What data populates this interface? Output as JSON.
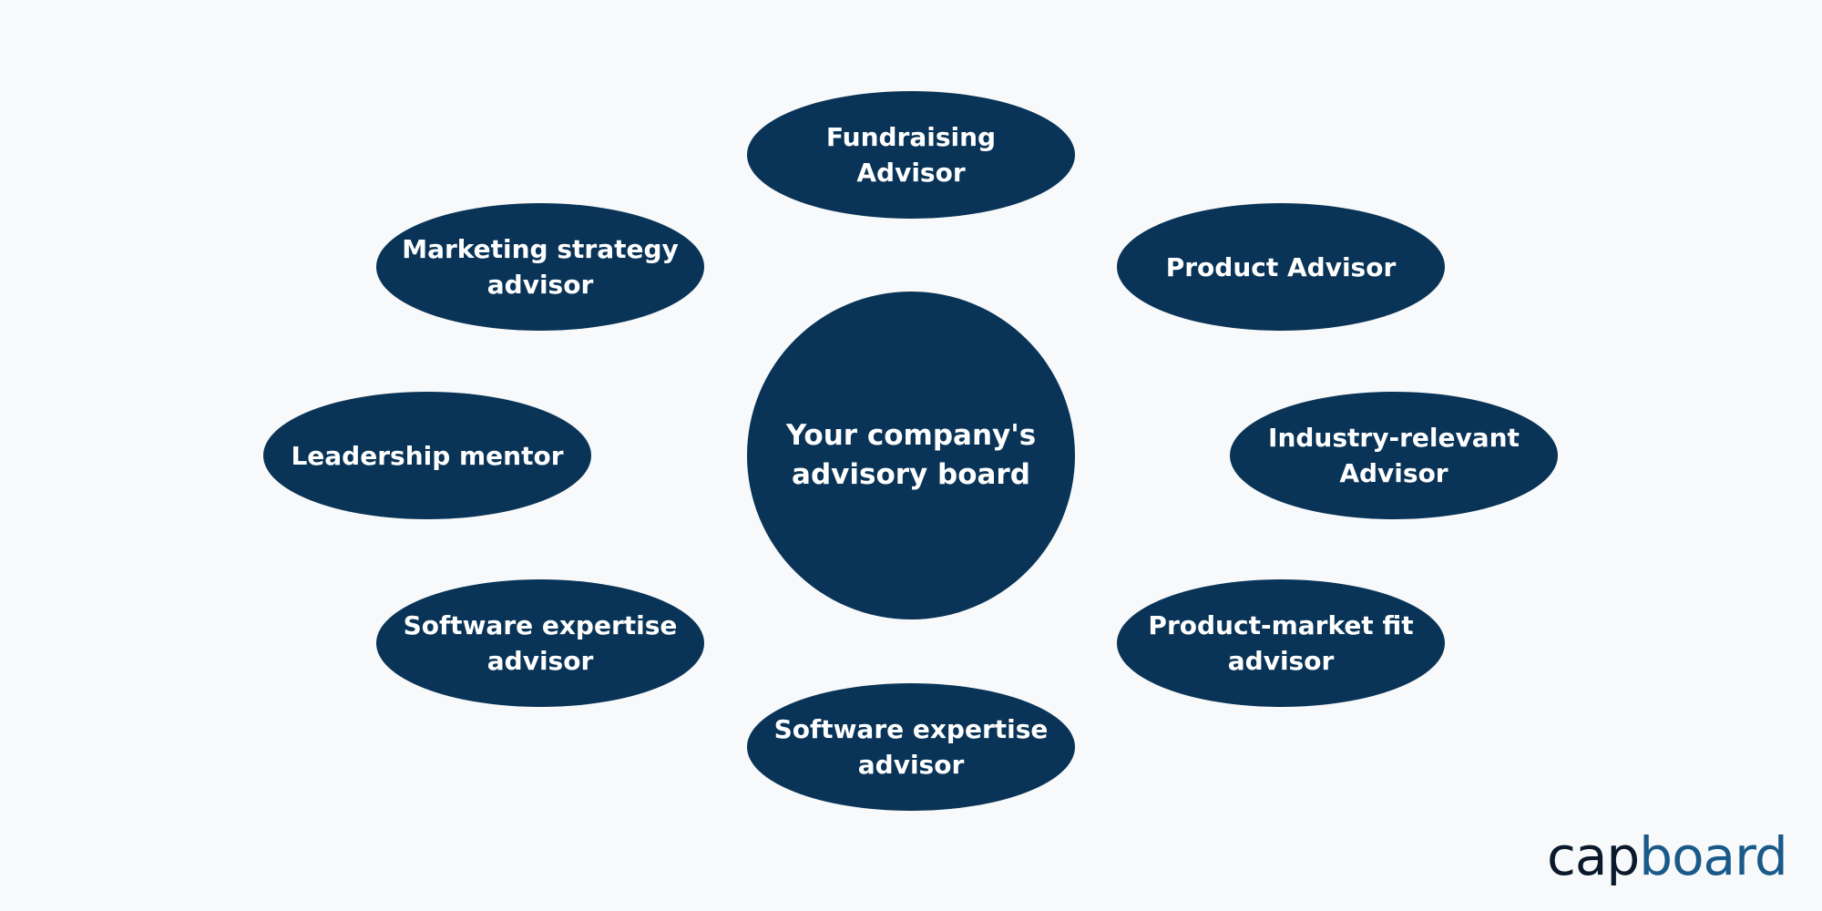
{
  "diagram": {
    "center": {
      "line1": "Your company's",
      "line2": "advisory board"
    },
    "nodes": {
      "fundraising": {
        "line1": "Fundraising",
        "line2": "Advisor"
      },
      "marketing": {
        "line1": "Marketing strategy",
        "line2": "advisor"
      },
      "product": {
        "line1": "Product Advisor"
      },
      "leadership": {
        "line1": "Leadership mentor"
      },
      "industry": {
        "line1": "Industry-relevant",
        "line2": "Advisor"
      },
      "software_left": {
        "line1": "Software expertise",
        "line2": "advisor"
      },
      "product_market": {
        "line1": "Product-market fit",
        "line2": "advisor"
      },
      "software_bottom": {
        "line1": "Software expertise",
        "line2": "advisor"
      }
    },
    "colors": {
      "node_fill": "#093457",
      "background": "#f8f9fa",
      "text": "#ffffff"
    }
  },
  "logo": {
    "part1": "cap",
    "part2": "board",
    "colors": {
      "part1": "#0a1a2b",
      "part2": "#1a5a8a"
    }
  }
}
